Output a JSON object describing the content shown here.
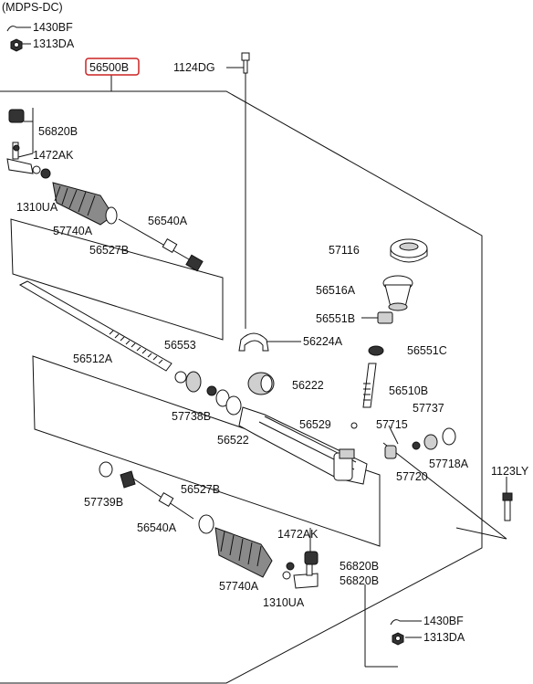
{
  "header": {
    "variant": "(MDPS-DC)"
  },
  "assembly": {
    "number": "56500B",
    "highlight_color": "#cc2222"
  },
  "labels": {
    "p1430bf_top": "1430BF",
    "p1313da_top": "1313DA",
    "p1124dg": "1124DG",
    "p56820b_top": "56820B",
    "p1472ak_top": "1472AK",
    "p1310ua_top": "1310UA",
    "p57740a_top": "57740A",
    "p56527b_top": "56527B",
    "p56540a_top": "56540A",
    "p57116": "57116",
    "p56516a": "56516A",
    "p56551b": "56551B",
    "p56224a": "56224A",
    "p56551c": "56551C",
    "p56512a": "56512A",
    "p56553": "56553",
    "p56222": "56222",
    "p56510b": "56510B",
    "p57738b": "57738B",
    "p56522": "56522",
    "p56529": "56529",
    "p57715": "57715",
    "p57737": "57737",
    "p57718a": "57718A",
    "p57720": "57720",
    "p1123ly": "1123LY",
    "p57739b": "57739B",
    "p56527b_bottom": "56527B",
    "p56540a_bottom": "56540A",
    "p1472ak_bottom": "1472AK",
    "p57740a_bottom": "57740A",
    "p56820b_bottom_1": "56820B",
    "p56820b_bottom_2": "56820B",
    "p1310ua_bottom": "1310UA",
    "p1430bf_bottom": "1430BF",
    "p1313da_bottom": "1313DA"
  }
}
